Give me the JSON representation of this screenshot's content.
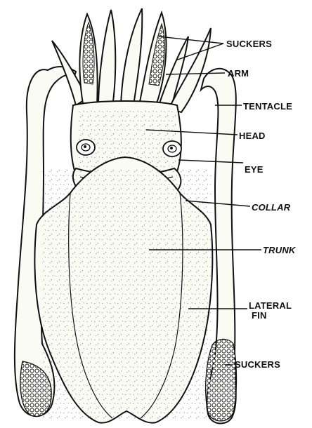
{
  "labels": {
    "suckers_top": "SUCKERS",
    "arm": "ARM",
    "tentacle": "TENTACLE",
    "head": "HEAD",
    "eye": "EYE",
    "collar": "COLLAR",
    "trunk": "TRUNK",
    "lateral_fin_1": "LATERAL",
    "lateral_fin_2": "FIN",
    "suckers_bottom": "SUCKERS"
  }
}
